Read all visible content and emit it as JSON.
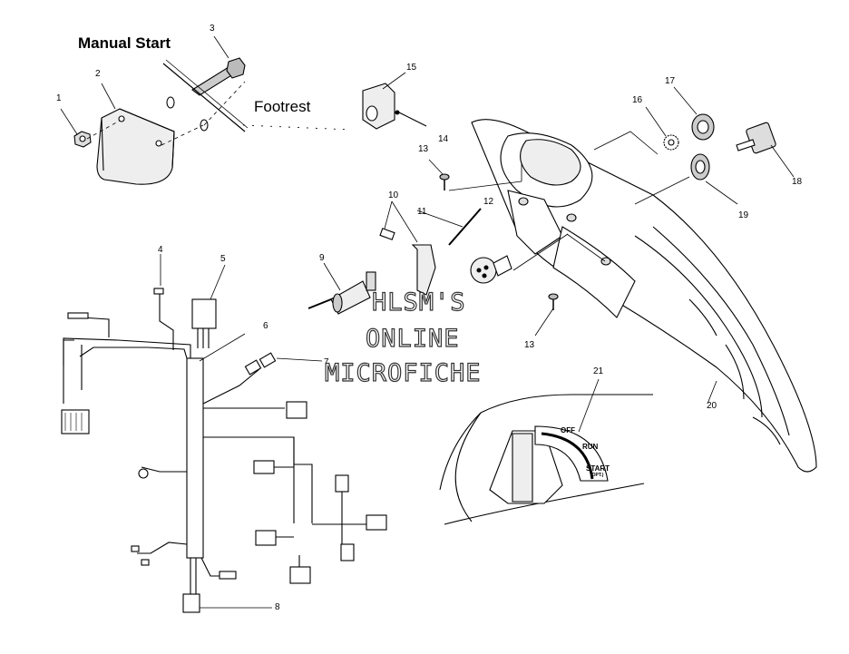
{
  "title": "Manual Start",
  "footrest_label": "Footrest",
  "callouts": {
    "c1": "1",
    "c2": "2",
    "c3": "3",
    "c4": "4",
    "c5": "5",
    "c6": "6",
    "c7": "7",
    "c8": "8",
    "c9": "9",
    "c10": "10",
    "c11": "11",
    "c12": "12",
    "c13a": "13",
    "c13b": "13",
    "c14": "14",
    "c15": "15",
    "c16": "16",
    "c17": "17",
    "c18": "18",
    "c19": "19",
    "c20": "20",
    "c21": "21"
  },
  "switch_labels": {
    "off": "OFF",
    "run": "RUN",
    "start": "START",
    "opt": "(OPT.)"
  },
  "watermark": {
    "line1": "HLSM'S",
    "line2": "ONLINE",
    "line3": "MICROFICHE"
  }
}
